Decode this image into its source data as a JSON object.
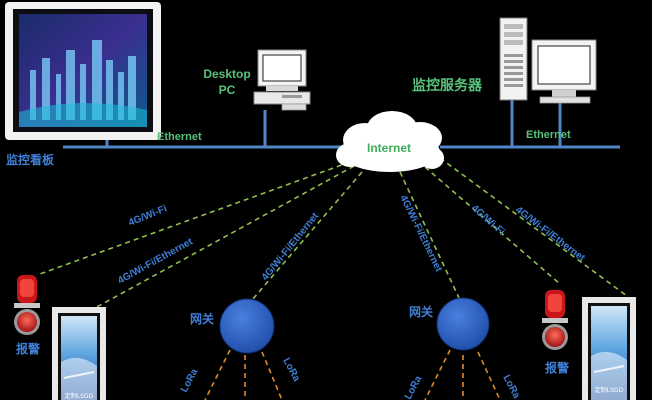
{
  "nodes": {
    "dashboard_label": "监控看板",
    "desktop_label_line1": "Desktop",
    "desktop_label_line2": "PC",
    "server_label": "监控服务器",
    "internet_label": "Internet",
    "gateway_left_label": "网关",
    "gateway_right_label": "网关",
    "alarm_left_label": "报警",
    "alarm_right_label": "报警",
    "screen_caption_left": "定制LSGD",
    "screen_caption_right": "定制LSGD"
  },
  "links": {
    "ethernet_left": "Ethernet",
    "ethernet_right": "Ethernet",
    "conn_1": "4G/Wi-Fi",
    "conn_2": "4G/Wi-Fi/Ethernet",
    "conn_3": "4G/Wi-Fi/Ethernet",
    "conn_4": "4G/Wi-Fi/Ethernet",
    "conn_5": "4G/Wi-Fi",
    "conn_6": "4G/Wi-Fi/Ethernet",
    "lora_1": "LoRa",
    "lora_2": "LoRa",
    "lora_3": "LoRa",
    "lora_4": "LoRa"
  },
  "colors": {
    "background": "#000000",
    "ethernet_line": "#4f86c6",
    "wireless_dash": "#8fbf4f",
    "lora_dash": "#e08a2c",
    "gateway_fill": "#2f62c4",
    "label_green": "#57c27a",
    "label_blue": "#3f7fd6",
    "alarm_red": "#d8242a",
    "cloud_fill": "#ffffff",
    "cloud_text": "#3fae5a"
  }
}
